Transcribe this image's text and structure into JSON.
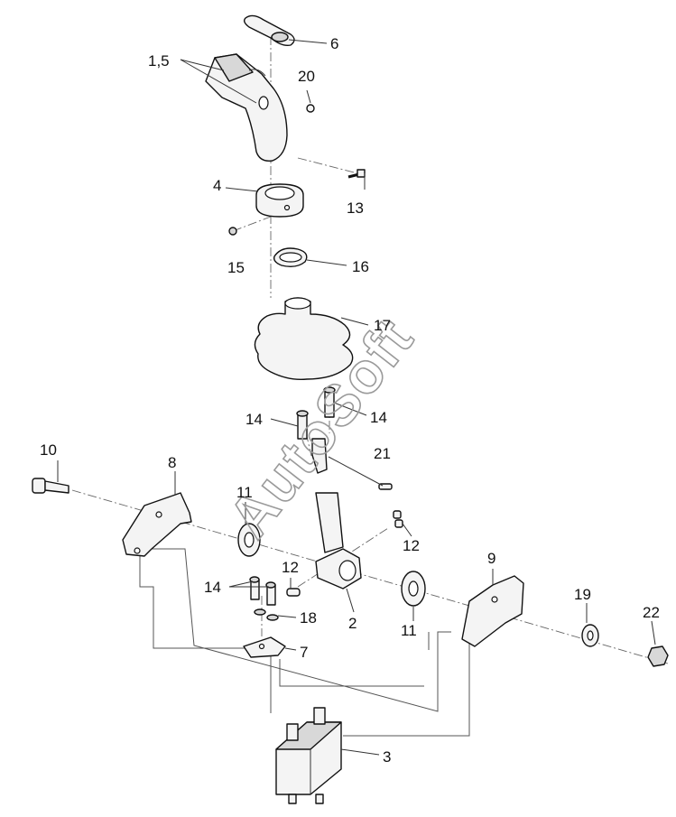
{
  "diagram": {
    "watermark": "AutoSoft",
    "callouts": [
      {
        "id": "c6",
        "label": "6"
      },
      {
        "id": "c15a",
        "label": "1,5"
      },
      {
        "id": "c20",
        "label": "20"
      },
      {
        "id": "c4",
        "label": "4"
      },
      {
        "id": "c13",
        "label": "13"
      },
      {
        "id": "c15",
        "label": "15"
      },
      {
        "id": "c16",
        "label": "16"
      },
      {
        "id": "c17",
        "label": "17"
      },
      {
        "id": "c14a",
        "label": "14"
      },
      {
        "id": "c14b",
        "label": "14"
      },
      {
        "id": "c10",
        "label": "10"
      },
      {
        "id": "c8",
        "label": "8"
      },
      {
        "id": "c21",
        "label": "21"
      },
      {
        "id": "c11a",
        "label": "11"
      },
      {
        "id": "c12a",
        "label": "12"
      },
      {
        "id": "c9",
        "label": "9"
      },
      {
        "id": "c14c",
        "label": "14"
      },
      {
        "id": "c12b",
        "label": "12"
      },
      {
        "id": "c18",
        "label": "18"
      },
      {
        "id": "c2",
        "label": "2"
      },
      {
        "id": "c11b",
        "label": "11"
      },
      {
        "id": "c19",
        "label": "19"
      },
      {
        "id": "c22",
        "label": "22"
      },
      {
        "id": "c7",
        "label": "7"
      },
      {
        "id": "c3",
        "label": "3"
      }
    ]
  }
}
